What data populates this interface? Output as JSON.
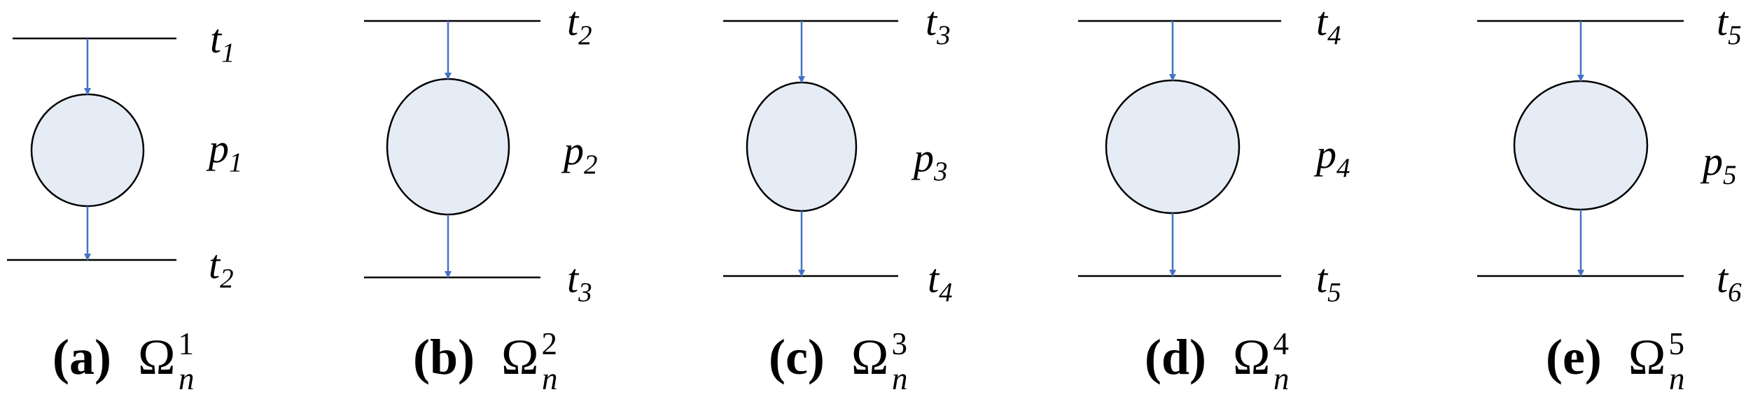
{
  "colors": {
    "arc": "#4472c4",
    "place_fill": "#e6ecf6",
    "line": "#000000"
  },
  "panels": [
    {
      "top_t": {
        "base": "t",
        "sub": "1"
      },
      "place": {
        "base": "p",
        "sub": "1"
      },
      "bottom_t": {
        "base": "t",
        "sub": "2"
      },
      "caption": {
        "letter": "(a)",
        "omega": "Ω",
        "sup": "1",
        "sub": "n"
      }
    },
    {
      "top_t": {
        "base": "t",
        "sub": "2"
      },
      "place": {
        "base": "p",
        "sub": "2"
      },
      "bottom_t": {
        "base": "t",
        "sub": "3"
      },
      "caption": {
        "letter": "(b)",
        "omega": "Ω",
        "sup": "2",
        "sub": "n"
      }
    },
    {
      "top_t": {
        "base": "t",
        "sub": "3"
      },
      "place": {
        "base": "p",
        "sub": "3"
      },
      "bottom_t": {
        "base": "t",
        "sub": "4"
      },
      "caption": {
        "letter": "(c)",
        "omega": "Ω",
        "sup": "3",
        "sub": "n"
      }
    },
    {
      "top_t": {
        "base": "t",
        "sub": "4"
      },
      "place": {
        "base": "p",
        "sub": "4"
      },
      "bottom_t": {
        "base": "t",
        "sub": "5"
      },
      "caption": {
        "letter": "(d)",
        "omega": "Ω",
        "sup": "4",
        "sub": "n"
      }
    },
    {
      "top_t": {
        "base": "t",
        "sub": "5"
      },
      "place": {
        "base": "p",
        "sub": "5"
      },
      "bottom_t": {
        "base": "t",
        "sub": "6"
      },
      "caption": {
        "letter": "(e)",
        "omega": "Ω",
        "sup": "5",
        "sub": "n"
      }
    }
  ]
}
